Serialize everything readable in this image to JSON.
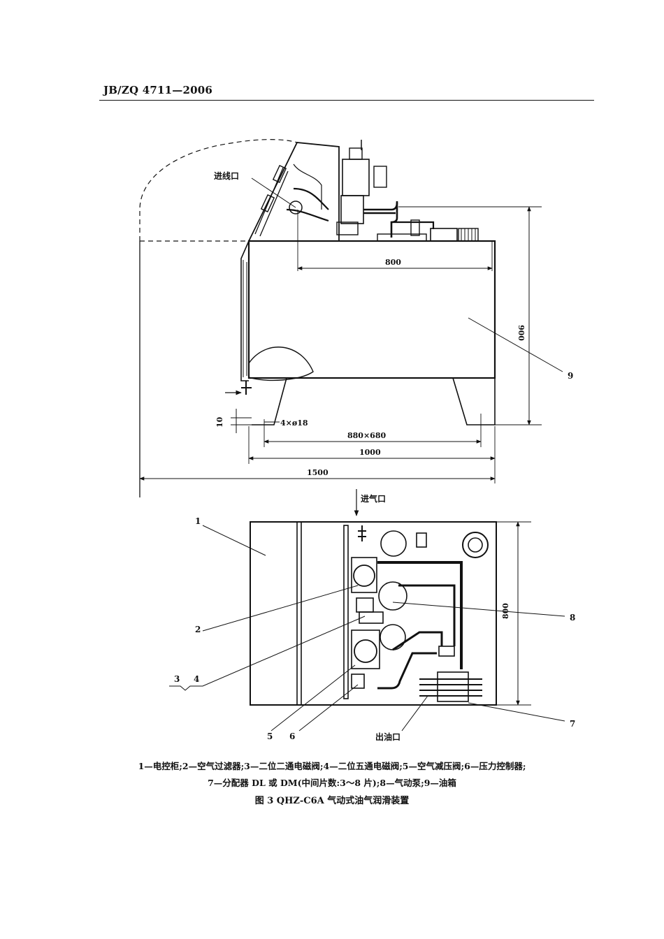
{
  "header": {
    "std_code": "JB/ZQ 4711—2006"
  },
  "side_view": {
    "labels": {
      "cable_inlet": "进线口",
      "part9": "9"
    },
    "dims": {
      "d800": "800",
      "d900": "900",
      "d10": "10",
      "holes": "4×ø18",
      "d880x680": "880×680",
      "d1000": "1000",
      "d1500": "1500"
    }
  },
  "top_view": {
    "labels": {
      "air_inlet": "进气口",
      "oil_outlet": "出油口",
      "p1": "1",
      "p2": "2",
      "p3": "3",
      "p4": "4",
      "p5": "5",
      "p6": "6",
      "p7": "7",
      "p8": "8",
      "d800": "800"
    }
  },
  "caption": {
    "legend_line1": "1—电控柜;2—空气过滤器;3—二位二通电磁阀;4—二位五通电磁阀;5—空气减压阀;6—压力控制器;",
    "legend_line2": "7—分配器 DL 或 DM(中间片数:3～8 片);8—气动泵;9—油箱",
    "title": "图 3    QHZ-C6A 气动式油气润滑装置"
  }
}
